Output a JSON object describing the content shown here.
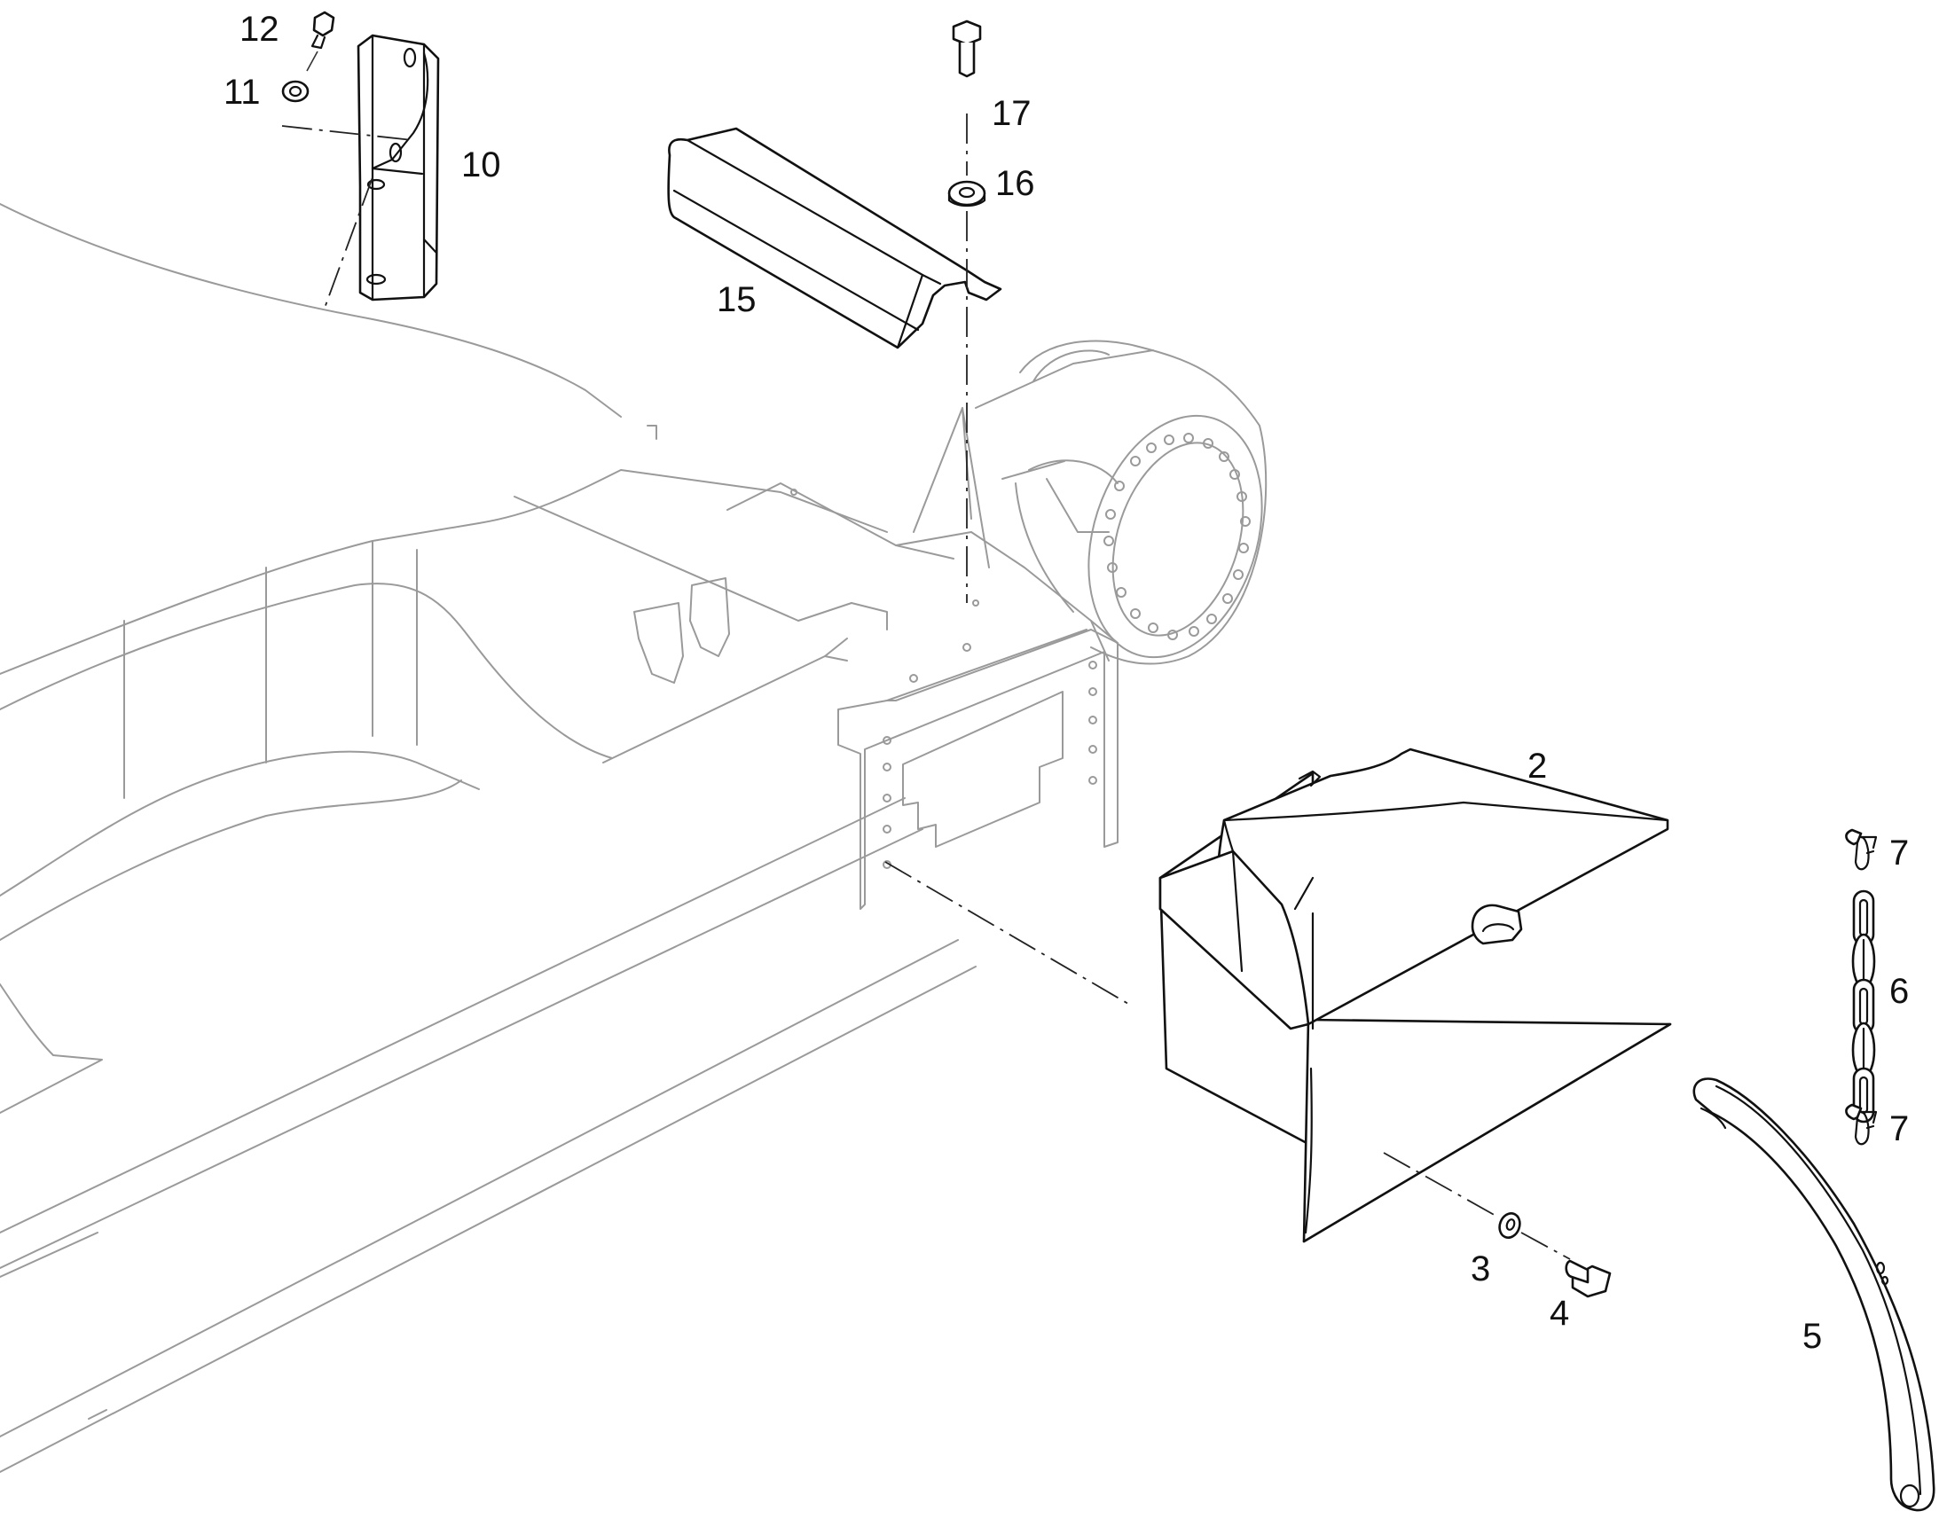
{
  "callouts": [
    {
      "id": "callout-12",
      "text": "12"
    },
    {
      "id": "callout-11",
      "text": "11"
    },
    {
      "id": "callout-10",
      "text": "10"
    },
    {
      "id": "callout-17",
      "text": "17"
    },
    {
      "id": "callout-16",
      "text": "16"
    },
    {
      "id": "callout-15",
      "text": "15"
    },
    {
      "id": "callout-2",
      "text": "2"
    },
    {
      "id": "callout-7-top",
      "text": "7"
    },
    {
      "id": "callout-6",
      "text": "6"
    },
    {
      "id": "callout-7-bottom",
      "text": "7"
    },
    {
      "id": "callout-3",
      "text": "3"
    },
    {
      "id": "callout-4",
      "text": "4"
    },
    {
      "id": "callout-5",
      "text": "5"
    }
  ]
}
